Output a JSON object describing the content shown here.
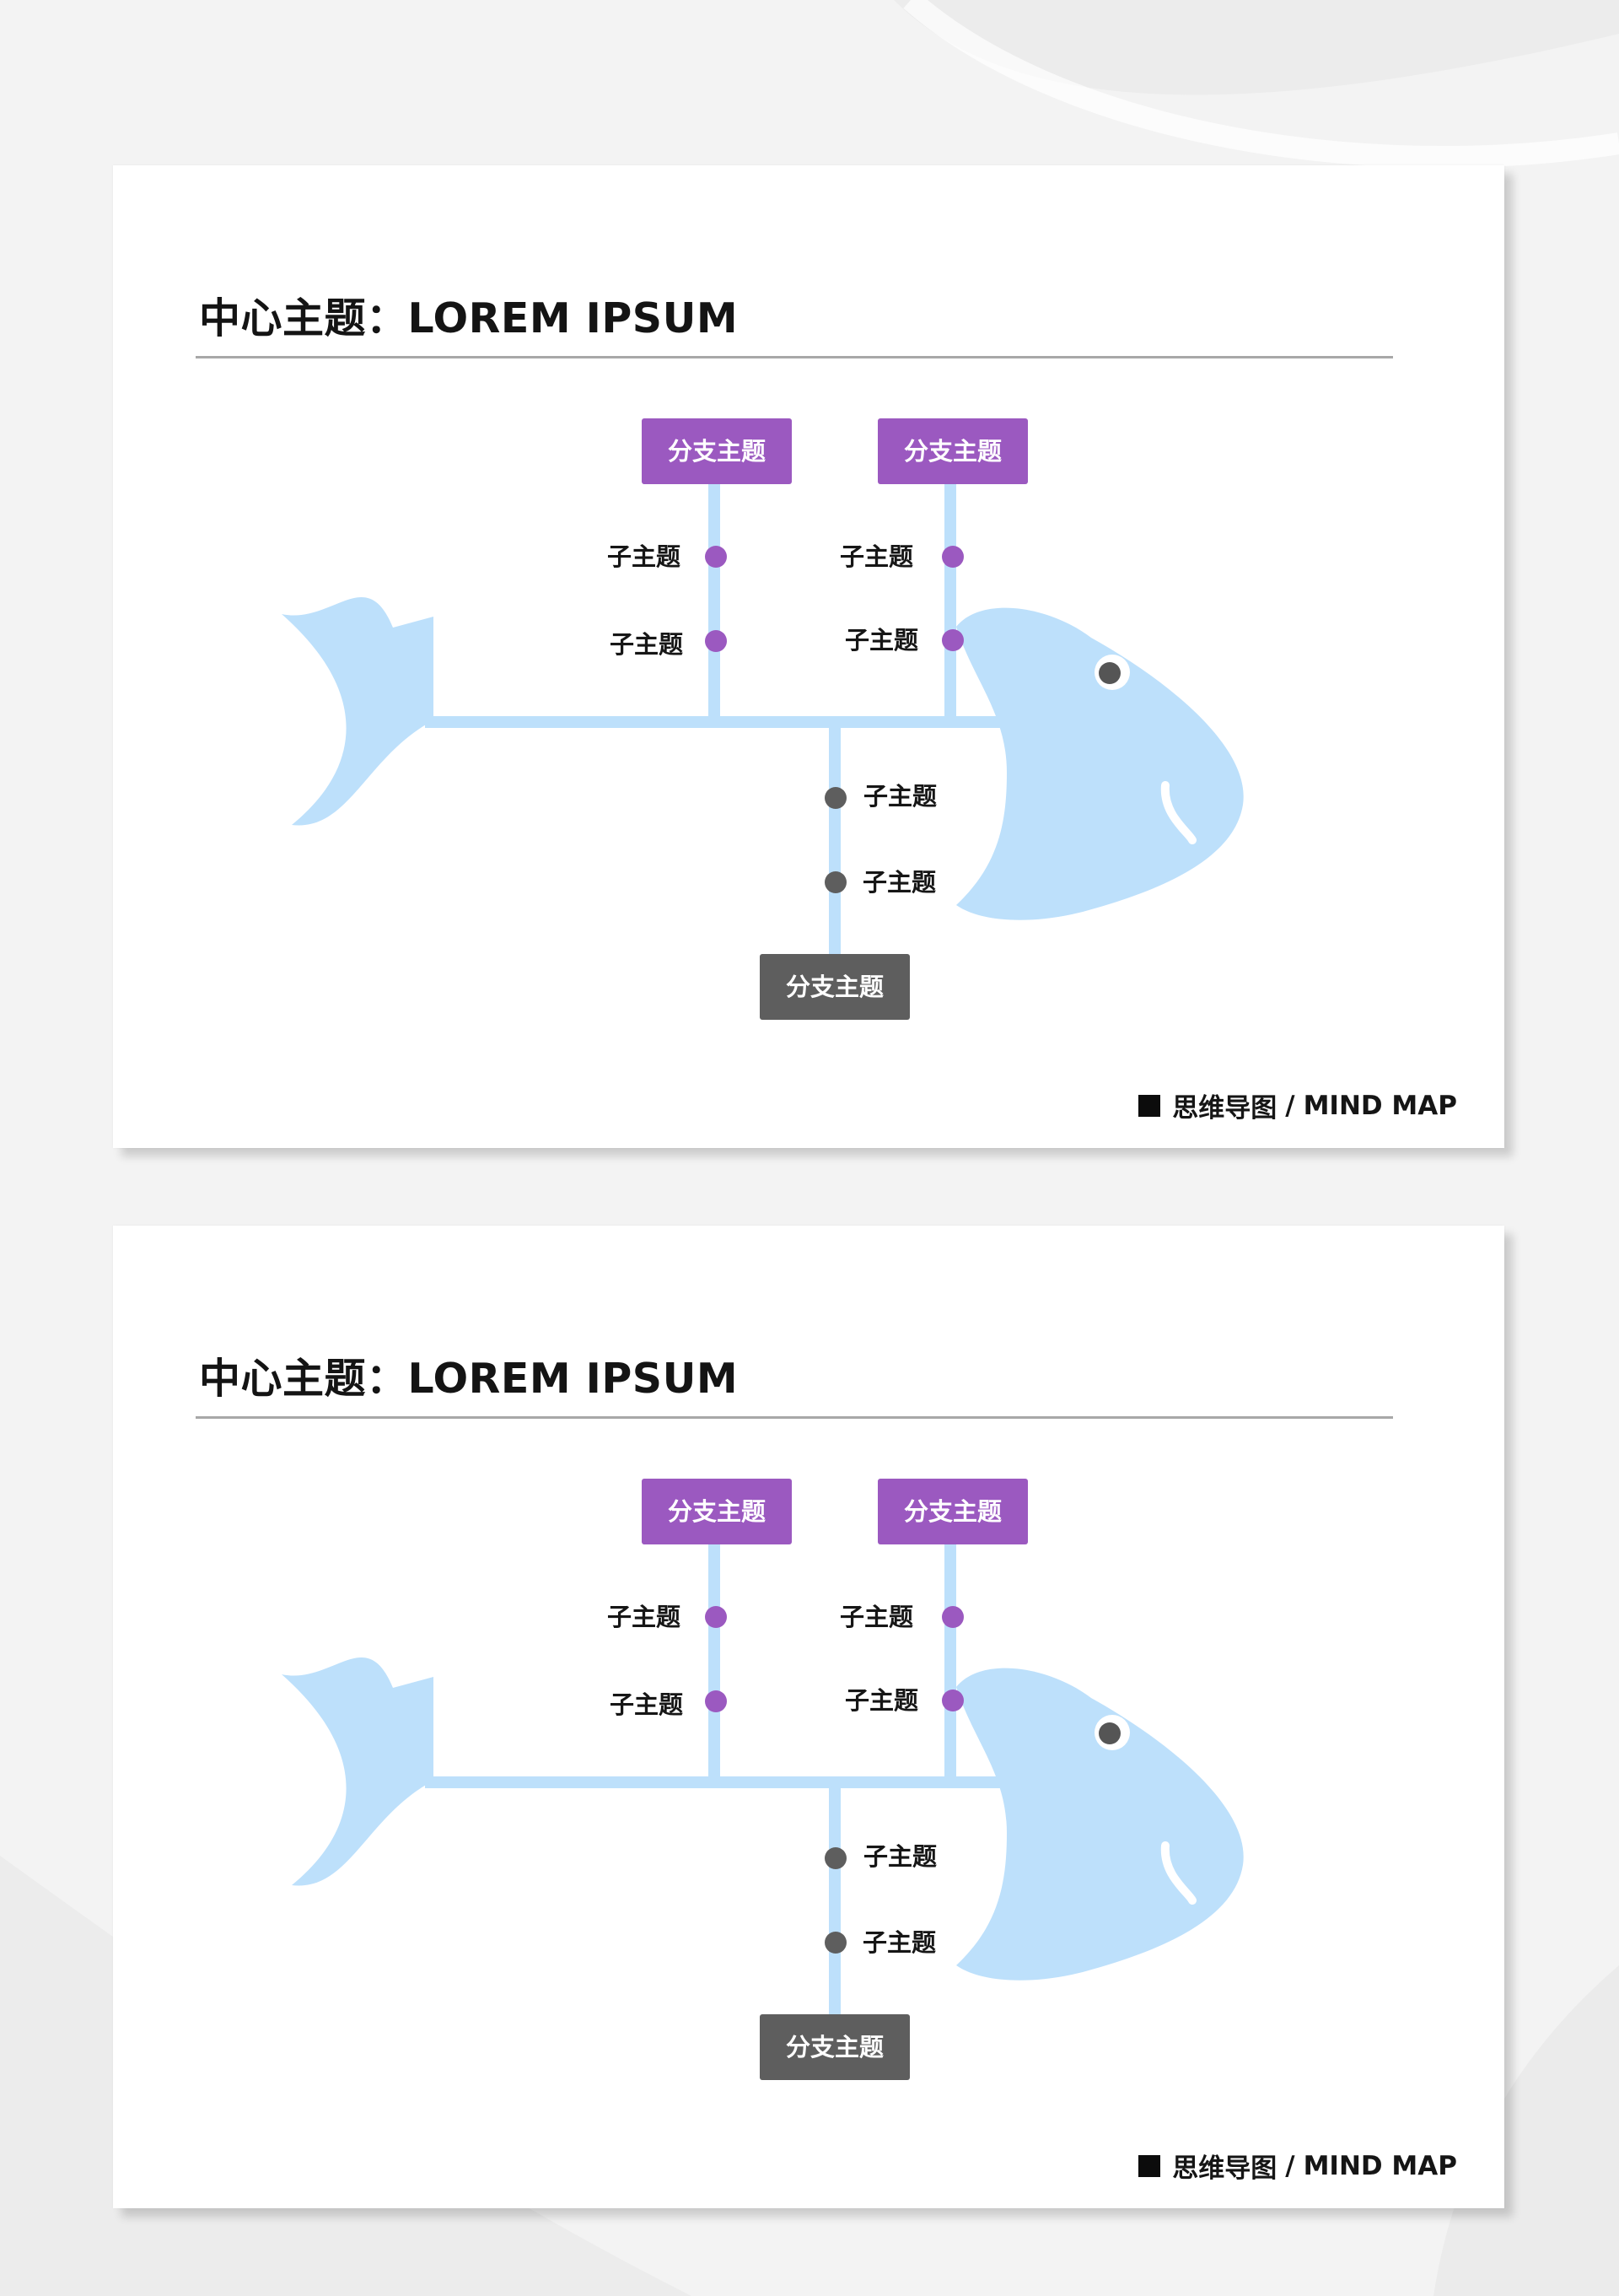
{
  "colors": {
    "fish": "#bde0fb",
    "branch_purple": "#9b59c0",
    "branch_gray": "#5e5e5e",
    "dot_purple": "#9b59c0",
    "dot_gray": "#5e5e5e",
    "eye": "#555555",
    "title_text": "#141414",
    "rule": "#a8a8a8"
  },
  "icons": [
    "fish-tail-icon",
    "fish-head-icon",
    "fish-eye-icon",
    "square-icon"
  ],
  "slides": [
    {
      "title": "中心主题：LOREM IPSUM",
      "branches": [
        {
          "label": "分支主题",
          "subtopics": [
            "子主题",
            "子主题"
          ]
        },
        {
          "label": "分支主题",
          "subtopics": [
            "子主题",
            "子主题"
          ]
        },
        {
          "label": "分支主题",
          "subtopics": [
            "子主题",
            "子主题"
          ]
        }
      ],
      "footer": {
        "cn": "思维导图",
        "sep": "/",
        "en": "MIND MAP"
      }
    },
    {
      "title": "中心主题：LOREM IPSUM",
      "branches": [
        {
          "label": "分支主题",
          "subtopics": [
            "子主题",
            "子主题"
          ]
        },
        {
          "label": "分支主题",
          "subtopics": [
            "子主题",
            "子主题"
          ]
        },
        {
          "label": "分支主题",
          "subtopics": [
            "子主题",
            "子主题"
          ]
        }
      ],
      "footer": {
        "cn": "思维导图",
        "sep": "/",
        "en": "MIND MAP"
      }
    }
  ]
}
